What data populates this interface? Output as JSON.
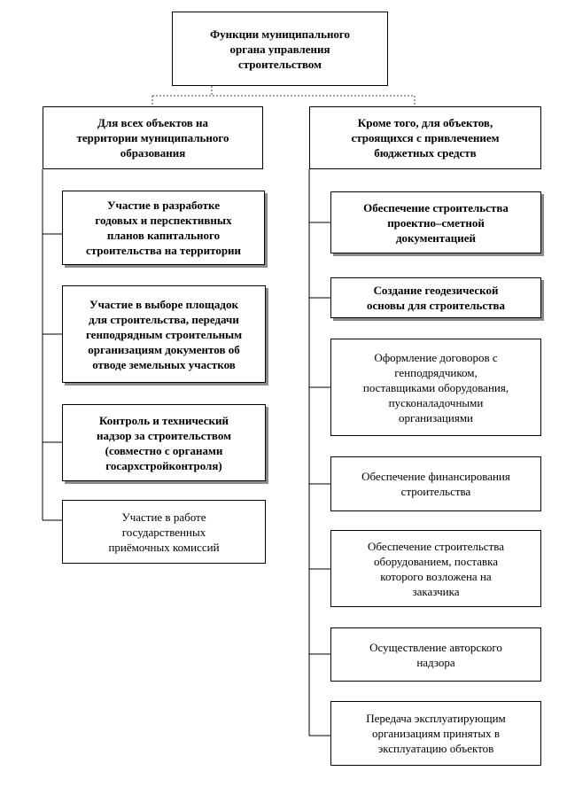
{
  "diagram": {
    "root": "Функции муниципального\nоргана управления\nстроительством",
    "left": {
      "title": "Для всех объектов на\nтерритории муниципального\nобразования",
      "items": [
        "Участие в разработке\nгодовых и перспективных\nпланов капитального\nстроительства на территории",
        "Участие в выборе площадок\nдля строительства, передачи\nгенподрядным строительным\nорганизациям документов об\nотводе земельных участков",
        "Контроль и технический\nнадзор за строительством\n(совместно с органами\nгосархстройконтроля)",
        "Участие в работе\nгосударственных\nприёмочных комиссий"
      ]
    },
    "right": {
      "title": "Кроме того, для объектов,\nстроящихся с привлечением\nбюджетных средств",
      "items": [
        "Обеспечение строительства\nпроектно–сметной\nдокументацией",
        "Создание геодезической\nосновы для строительства",
        "Оформление договоров с\nгенподрядчиком,\nпоставщиками оборудования,\nпусконаладочными\nорганизациями",
        "Обеспечение финансирования\nстроительства",
        "Обеспечение строительства\nоборудованием, поставка\nкоторого возложена на\nзаказчика",
        "Осуществление авторского\nнадзора",
        "Передача эксплуатирующим\nорганизациям принятых в\nэксплуатацию объектов"
      ]
    }
  }
}
